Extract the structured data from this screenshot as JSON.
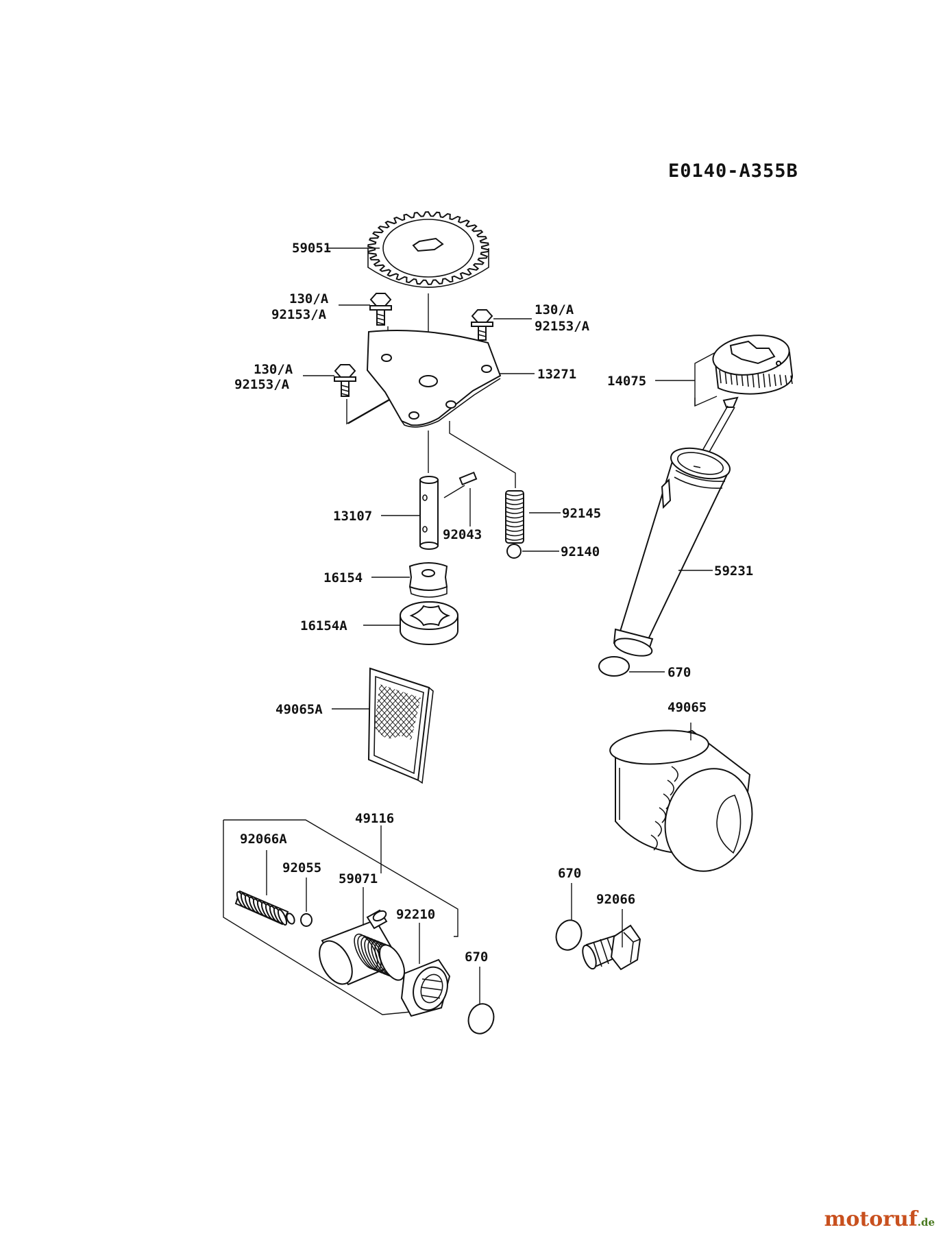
{
  "diagram_code": "E0140-A355B",
  "watermark": {
    "main": "motoruf",
    "tld": ".de"
  },
  "callouts": {
    "gear": "59051",
    "bolt_a_top": "130/A",
    "bolt_a_bottom": "92153/A",
    "bolt_b_top": "130/A",
    "bolt_b_bottom": "92153/A",
    "bolt_c_top": "130/A",
    "bolt_c_bottom": "92153/A",
    "plate": "13271",
    "shaft": "13107",
    "pin": "92043",
    "spring": "92145",
    "ball": "92140",
    "inner_rotor": "16154",
    "outer_rotor": "16154A",
    "strainer_screen": "49065A",
    "dipstick": "14075",
    "filler_tube": "59231",
    "oring_tube": "670",
    "oil_filter": "49065",
    "assembly": "49116",
    "fitting": "92066A",
    "small_oring": "92055",
    "pipe": "59071",
    "nut": "92210",
    "oring_pipe": "670",
    "oring_plug": "670",
    "drain_plug": "92066"
  }
}
